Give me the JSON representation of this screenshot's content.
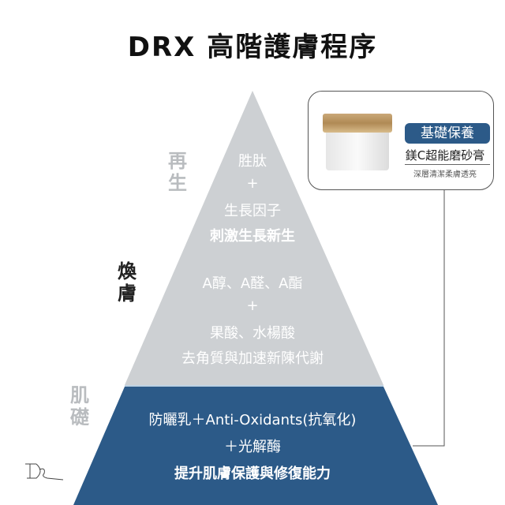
{
  "title": "DRX 高階護膚程序",
  "colors": {
    "upper": "#cdd0d3",
    "base": "#2c5a88",
    "badge": "#2c5a88"
  },
  "levels": {
    "top": {
      "label": "再生",
      "lines": [
        "胜肽",
        "+",
        "生長因子"
      ],
      "highlight": "刺激生長新生"
    },
    "middle": {
      "label": "煥膚",
      "lines": [
        "A醇、A醛、A酯",
        "+",
        "果酸、水楊酸",
        "去角質與加速新陳代謝"
      ]
    },
    "base": {
      "label": "肌礎",
      "lines": [
        "防曬乳＋Anti-Oxidants(抗氧化)",
        "＋光解酶"
      ],
      "highlight": "提升肌膚保護與修復能力"
    }
  },
  "product": {
    "badge": "基礎保養",
    "name": "鎂C超能磨砂膏",
    "desc": "深層清潔柔膚透亮"
  },
  "logo": "DR"
}
